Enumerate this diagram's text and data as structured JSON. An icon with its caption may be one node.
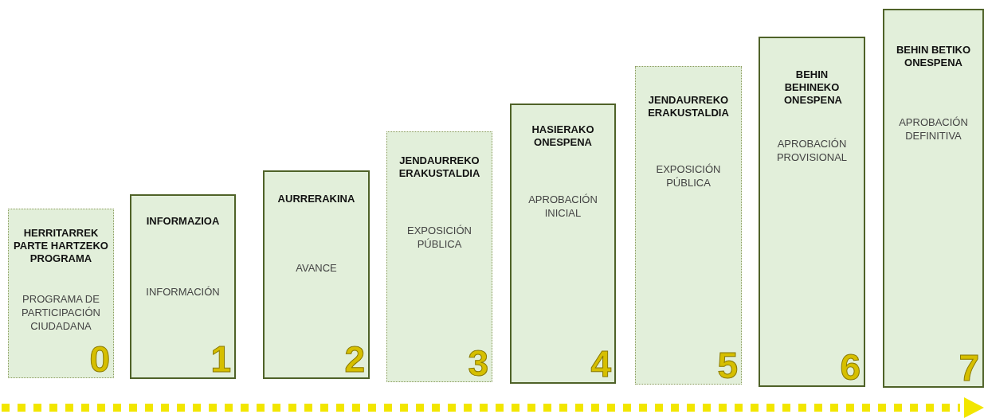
{
  "diagram": {
    "nodes": [
      {
        "text": [
          "HERRITARREK PARTE HARTZEKO PROGRAMA",
          "PROGRAMA DE PARTICIPACIÓN CIUDADANA",
          "0"
        ]
      },
      {
        "text": [
          "INFORMAZIOA",
          "INFORMACIÓN",
          "1"
        ]
      },
      {
        "text": [
          "AURRERAKINA",
          "AVANCE",
          "2"
        ]
      },
      {
        "text": [
          "JENDAURREKO ERAKUSTALDIA",
          "EXPOSICIÓN PÚBLICA",
          "3"
        ]
      },
      {
        "text": [
          "HASIERAKO ONESPENA",
          "APROBACIÓN INICIAL",
          "4"
        ]
      },
      {
        "text": [
          "JENDAURREKO ERAKUSTALDIA",
          "EXPOSICIÓN PÚBLICA",
          "5"
        ]
      },
      {
        "text": [
          "BEHIN BEHINEKO ONESPENA",
          "APROBACIÓN PROVISIONAL",
          "6"
        ]
      },
      {
        "text": [
          "BEHIN BETIKO ONESPENA",
          "APROBACIÓN DEFINITIVA",
          "7"
        ]
      }
    ]
  }
}
